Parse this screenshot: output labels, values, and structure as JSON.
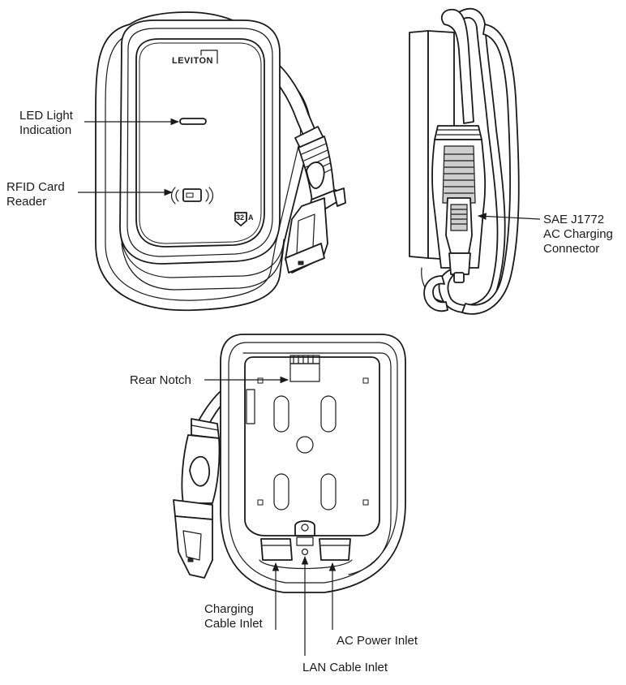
{
  "diagram": {
    "brand_logo_text": "LEVITON",
    "rating_badge": {
      "number": "32",
      "unit": "A"
    },
    "labels": {
      "led_light": [
        "LED Light",
        "Indication"
      ],
      "rfid_reader": [
        "RFID Card",
        "Reader"
      ],
      "connector": [
        "SAE J1772",
        "AC Charging",
        "Connector"
      ],
      "rear_notch": "Rear Notch",
      "charging_inlet": [
        "Charging",
        "Cable Inlet"
      ],
      "ac_power_inlet": "AC Power Inlet",
      "lan_inlet": "LAN Cable Inlet"
    },
    "colors": {
      "line": "#1a1a1a",
      "background": "#ffffff"
    }
  }
}
